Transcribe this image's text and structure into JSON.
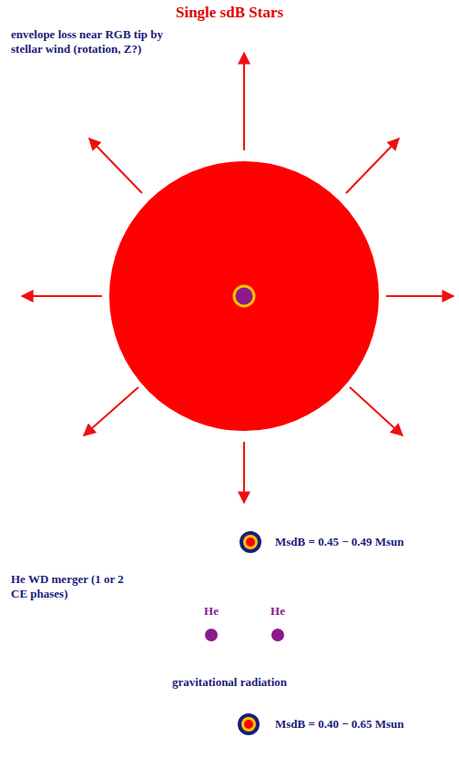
{
  "diagram": {
    "title": "Single sdB Stars",
    "nodes": [
      {
        "text": [
          "He"
        ]
      },
      {
        "text": [
          "He"
        ]
      }
    ],
    "labels": [
      "envelope loss near RGB tip by stellar wind (rotation, Z?)",
      "MsdB = 0.45 − 0.49 Msun",
      "He WD merger (1 or 2 CE phases)",
      "gravitational radiation",
      "MsdB = 0.40 − 0.65 Msun"
    ]
  }
}
